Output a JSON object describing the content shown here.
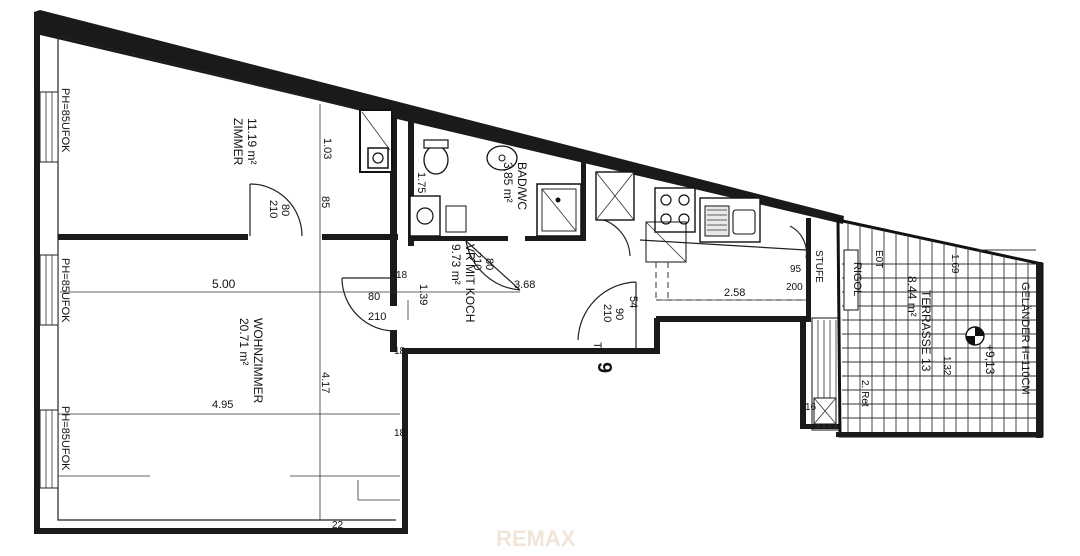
{
  "rooms": {
    "zimmer": {
      "name": "ZIMMER",
      "area": "11.19 m²"
    },
    "bad": {
      "name": "BAD/WC",
      "area": "3.85 m²"
    },
    "vr": {
      "name": "VR MIT KOCH",
      "area": "9.73 m²"
    },
    "wohnzimmer": {
      "name": "WOHNZIMMER",
      "area": "20.71 m²"
    },
    "terrasse": {
      "name": "TERRASSE 13",
      "area": "8.44 m²"
    }
  },
  "window_labels": {
    "w1": "PH=85UFOK",
    "w2": "PH=85UFOK",
    "w3": "PH=85UFOK"
  },
  "door_labels": {
    "d_zimmer_w": "80",
    "d_zimmer_h": "210",
    "d_wohn_w": "80",
    "d_wohn_h": "210",
    "d_vr_w": "80",
    "d_vr_h": "210",
    "d_entry_w": "90",
    "d_entry_h": "210"
  },
  "dimensions": {
    "zimmer_depth": "85",
    "niche": "1.03",
    "bad_w": "1.75",
    "wohn_width": "5.00",
    "wohn_inner": "4.95",
    "wohn_height": "4.17",
    "vr_a": "3.68",
    "vr_b": "1.39",
    "vr_c": "2.58",
    "d18a": "18",
    "d18b": "18",
    "d18c": "18",
    "d22": "22",
    "d16": "16",
    "entry_54": "54",
    "entry_T": "T",
    "stufe_95": "95",
    "stufe_200": "200",
    "terr_169": "1.69",
    "terr_132": "1.32",
    "terr_eot": "E0T",
    "level": "+9,13",
    "ret": "2. Ret"
  },
  "annotations": {
    "stufe": "STUFE",
    "rigol": "RIGOL",
    "gelaender": "GELÄNDER H=110CM",
    "unit_number": "9"
  },
  "watermark": "REMAX"
}
